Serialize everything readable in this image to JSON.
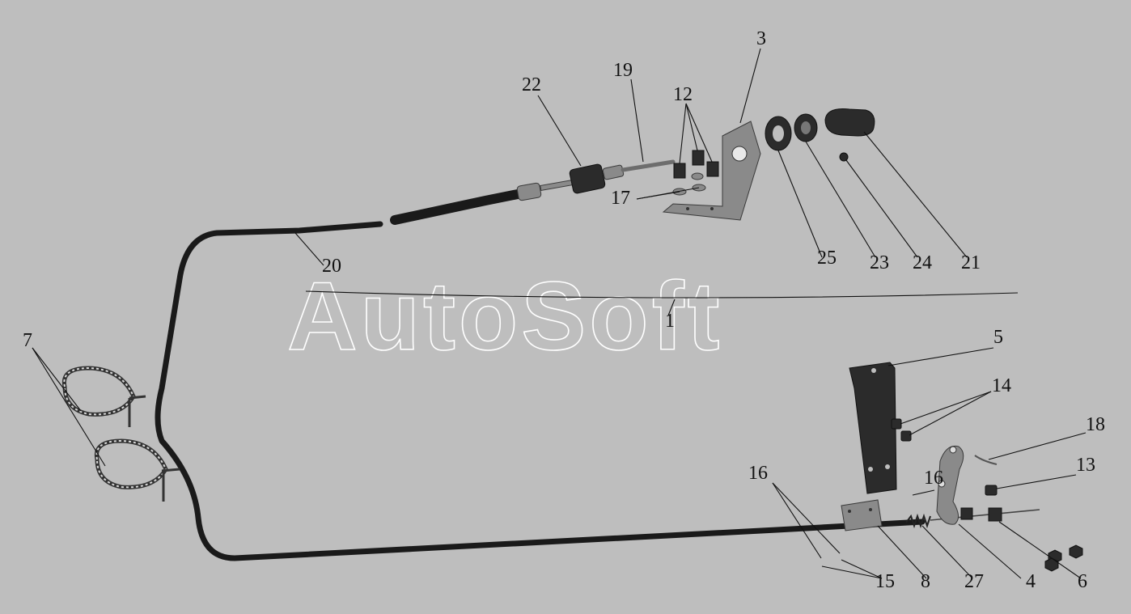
{
  "diagram": {
    "background": "#bebebe",
    "watermark": "AutoSoft",
    "callouts": {
      "c1": "1",
      "c3": "3",
      "c4": "4",
      "c5": "5",
      "c6": "6",
      "c7": "7",
      "c8": "8",
      "c12": "12",
      "c13": "13",
      "c14": "14",
      "c15": "15",
      "c16a": "16",
      "c16b": "16",
      "c17": "17",
      "c18": "18",
      "c19": "19",
      "c20": "20",
      "c21": "21",
      "c22": "22",
      "c23": "23",
      "c24": "24",
      "c25": "25",
      "c27": "27"
    },
    "icons": {
      "cable_assembly": "cable-icon",
      "bracket": "bracket-icon",
      "clip": "clip-icon",
      "knob": "knob-icon",
      "lever": "lever-icon",
      "bolt": "bolt-icon",
      "nut": "nut-icon",
      "washer": "washer-icon",
      "cotter_pin": "cotter-pin-icon"
    }
  }
}
